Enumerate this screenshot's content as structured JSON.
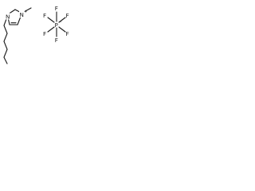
{
  "molecule": {
    "cation": {
      "ring_n1": "N",
      "ring_n3": "N",
      "ring_n1_charge": "+"
    },
    "anion": {
      "central_atom": "P",
      "charge": "−",
      "ligands": [
        "F",
        "F",
        "F",
        "F",
        "F",
        "F"
      ]
    }
  },
  "colors": {
    "ink": "#1a1a1a",
    "background": "#ffffff"
  }
}
